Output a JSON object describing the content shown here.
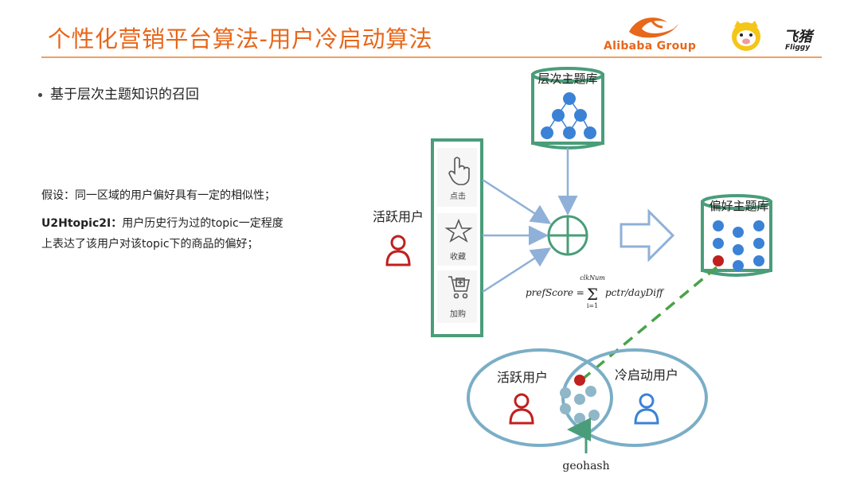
{
  "header": {
    "title": "个性化营销平台算法-用户冷启动算法",
    "logo_alibaba": "Alibaba Group",
    "logo_fliggy_cn": "飞猪",
    "logo_fliggy_en": "Fliggy"
  },
  "bullet": "基于层次主题知识的召回",
  "hypothesis": "假设：同一区域的用户偏好具有一定的相似性；",
  "u2h_label": "U2Htopic2I：",
  "u2h_text_1": "用户历史行为过的topic一定程度",
  "u2h_text_2": "上表达了该用户对该topic下的商品的偏好；",
  "diagram": {
    "hier_db_label": "层次主题库",
    "pref_db_label": "偏好主题库",
    "active_user_label": "活跃用户",
    "actions": [
      {
        "label": "点击",
        "icon": "pointer-hand-icon"
      },
      {
        "label": "收藏",
        "icon": "star-icon"
      },
      {
        "label": "加购",
        "icon": "cart-icon"
      }
    ],
    "formula_lhs": "prefScore =",
    "formula_sum_top": "clkNum",
    "formula_sum_bottom": "i=1",
    "formula_rhs": "pctr/dayDiff",
    "venn_left_label": "活跃用户",
    "venn_right_label": "冷启动用户",
    "geohash_label": "geohash",
    "colors": {
      "green": "#4a9d7a",
      "blue_dot": "#3b82d6",
      "red_dot": "#c0201e",
      "arrow_blue": "#8fb0d8",
      "venn": "#7aaec6",
      "dashed_green": "#4aa24a"
    }
  }
}
